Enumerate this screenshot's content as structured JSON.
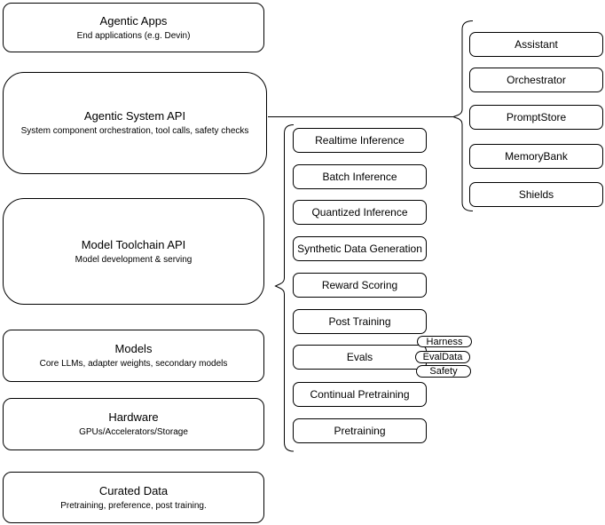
{
  "stack_layers": [
    {
      "title": "Agentic Apps",
      "subtitle": "End applications (e.g. Devin)"
    },
    {
      "title": "Agentic System API",
      "subtitle": "System component orchestration, tool calls, safety checks"
    },
    {
      "title": "Model Toolchain API",
      "subtitle": "Model development & serving"
    },
    {
      "title": "Models",
      "subtitle": "Core LLMs, adapter weights, secondary models"
    },
    {
      "title": "Hardware",
      "subtitle": "GPUs/Accelerators/Storage"
    },
    {
      "title": "Curated Data",
      "subtitle": "Pretraining, preference, post training."
    }
  ],
  "toolchain_components": [
    {
      "label": "Realtime Inference"
    },
    {
      "label": "Batch Inference"
    },
    {
      "label": "Quantized Inference"
    },
    {
      "label": "Synthetic Data Generation"
    },
    {
      "label": "Reward Scoring"
    },
    {
      "label": "Post Training"
    },
    {
      "label": "Evals"
    },
    {
      "label": "Continual Pretraining"
    },
    {
      "label": "Pretraining"
    }
  ],
  "system_components": [
    {
      "label": "Assistant"
    },
    {
      "label": "Orchestrator"
    },
    {
      "label": "PromptStore"
    },
    {
      "label": "MemoryBank"
    },
    {
      "label": "Shields"
    }
  ],
  "evals_tags": [
    {
      "label": "Harness"
    },
    {
      "label": "EvalData"
    },
    {
      "label": "Safety"
    }
  ],
  "colors": {
    "border": "#000000",
    "fill": "#ffffff",
    "text": "#000000"
  }
}
